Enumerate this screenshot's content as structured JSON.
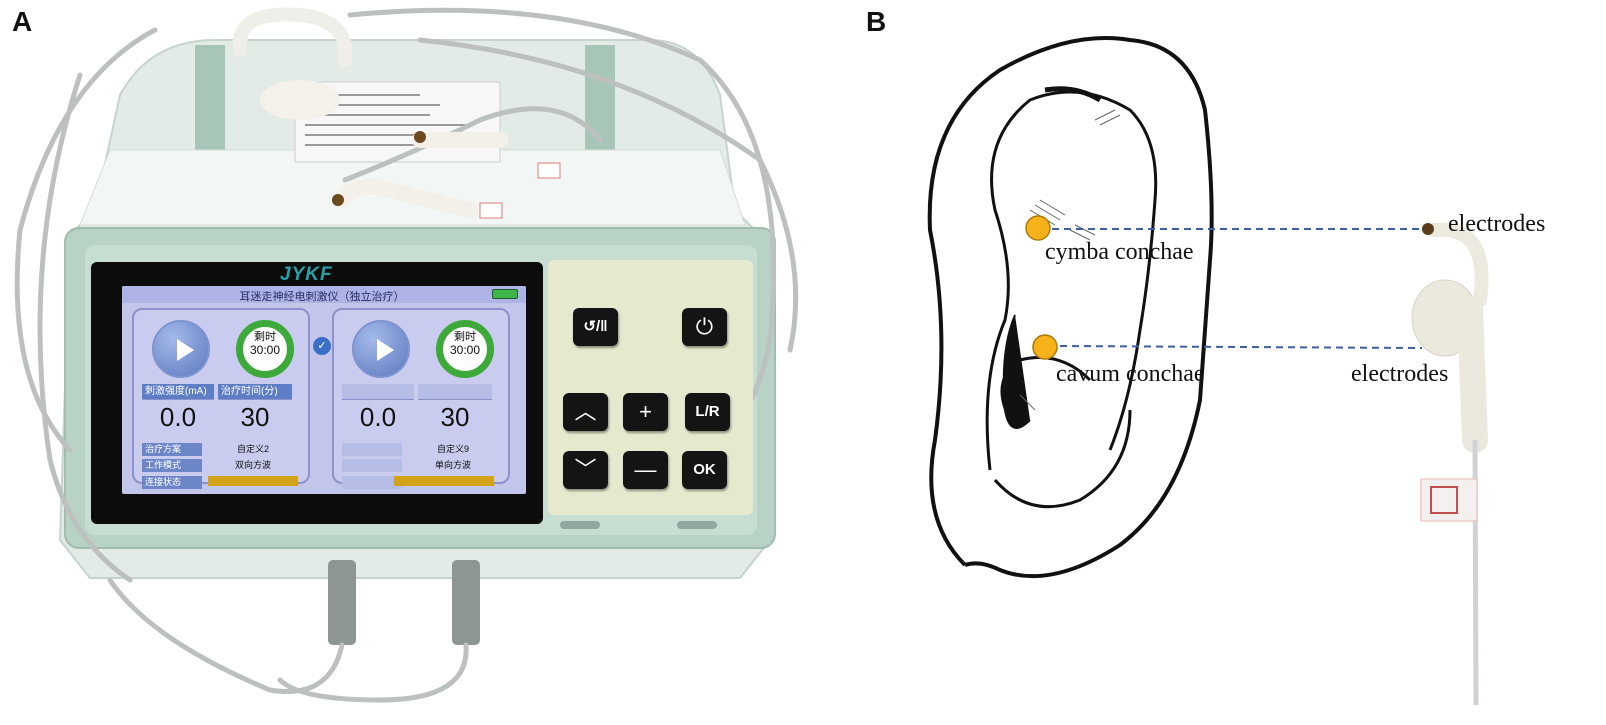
{
  "panels": {
    "a_label": "A",
    "b_label": "B"
  },
  "device": {
    "brand": "JYKF",
    "screen_title": "耳迷走神经电刺激仪（独立治疗）",
    "left_channel": {
      "timer_label": "剩时",
      "timer_value": "30:00",
      "intensity_header": "刺激强度(mA)",
      "duration_header": "治疗时间(分)",
      "intensity_value": "0.0",
      "duration_value": "30",
      "plan_label": "治疗方案",
      "plan_value": "自定义2",
      "mode_label": "工作模式",
      "mode_value": "双向方波",
      "connection_label": "连接状态"
    },
    "right_channel": {
      "timer_label": "剩时",
      "timer_value": "30:00",
      "intensity_value": "0.0",
      "duration_value": "30",
      "plan_value": "自定义9",
      "mode_value": "单向方波"
    },
    "keys": {
      "pause": "↺/‖",
      "power": "⏻",
      "up": "︿",
      "plus": "+",
      "lr": "L/R",
      "down": "﹀",
      "minus": "—",
      "ok": "OK"
    },
    "colors": {
      "body": "#dfe8e4",
      "bezel": "#b9d3c6",
      "lcd": "#c3c6ea",
      "timer_ring": "#3ea93b",
      "status_bar": "#d2a319"
    }
  },
  "diagram": {
    "cymba_label": "cymba conchae",
    "cavum_label": "cavum conchae",
    "electrodes_top_label": "electrodes",
    "electrodes_bottom_label": "electrodes",
    "marker_color": "#f5b21a",
    "leader_color": "#3d5fa3"
  }
}
